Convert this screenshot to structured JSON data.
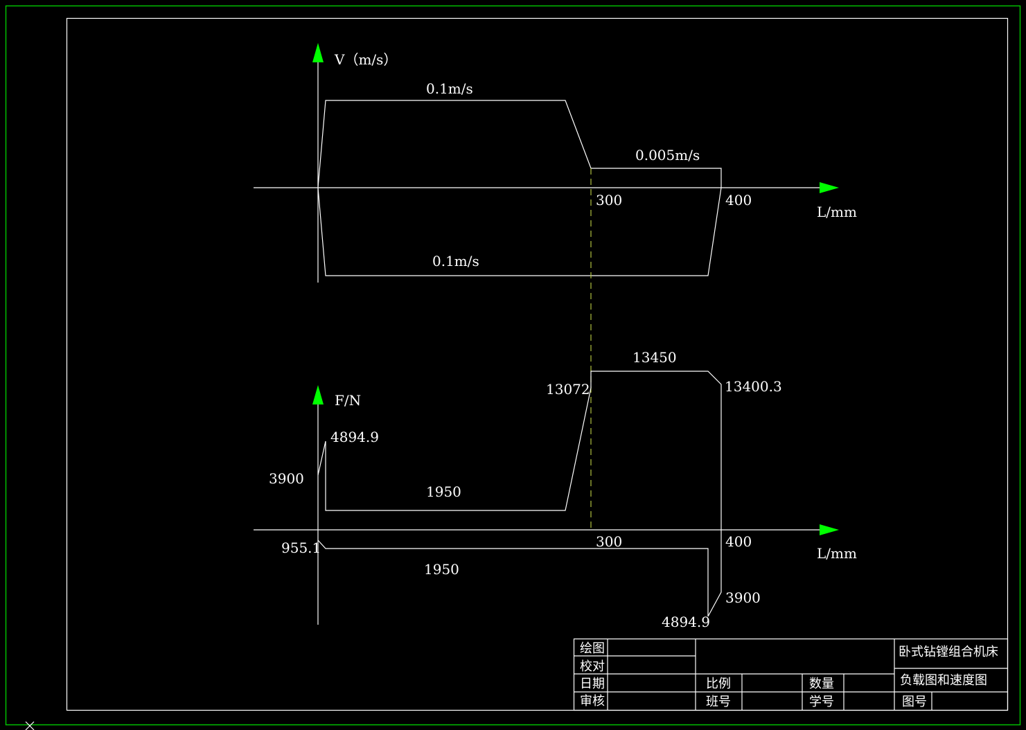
{
  "colors": {
    "background": "#000000",
    "frame": "#00c000",
    "arrow": "#00ff00",
    "line": "#ffffff",
    "dashed": "#b0c040"
  },
  "velocity_chart": {
    "y_axis_label": "V（m/s）",
    "x_axis_label": "L/mm",
    "forward_speed": "0.1m/s",
    "work_speed": "0.005m/s",
    "return_speed": "0.1m/s",
    "tick_300": "300",
    "tick_400": "400"
  },
  "force_chart": {
    "y_axis_label": "F/N",
    "x_axis_label": "L/mm",
    "start_value": "3900",
    "peak_start": "4894.9",
    "fast_forward": "1950",
    "work_start": "13072",
    "work_load": "13450",
    "work_end": "13400.3",
    "tick_300": "300",
    "tick_400": "400",
    "return_start": "955.1",
    "return_load": "1950",
    "return_end_peak": "4894.9",
    "return_start_value": "3900"
  },
  "title_block": {
    "drawn": "绘图",
    "checked": "校对",
    "date": "日期",
    "approved": "审核",
    "scale": "比例",
    "quantity": "数量",
    "class_no": "班号",
    "student_no": "学号",
    "machine_name": "卧式钻镗组合机床",
    "drawing_name": "负载图和速度图",
    "drawing_no": "图号"
  }
}
